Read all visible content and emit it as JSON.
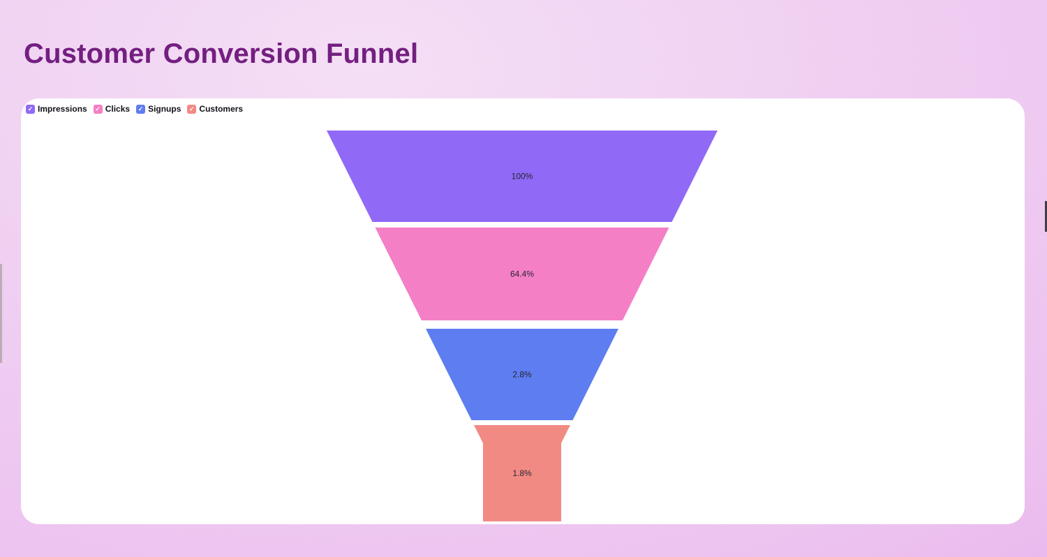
{
  "page": {
    "title": "Customer Conversion Funnel"
  },
  "theme": {
    "title_color": "#731f80",
    "card_background": "#ffffff",
    "background_light": "#f6e0f7",
    "background_edge": "#e5abec",
    "label_color": "#262335",
    "legend_text_color": "#111118"
  },
  "chart_data": {
    "type": "funnel",
    "title": "Customer Conversion Funnel",
    "legend_position": "top-left",
    "legend_style": "checkbox-toggles",
    "checkmark": "✓",
    "values_are": "percent of first stage",
    "stages": [
      {
        "label": "Impressions",
        "percent": 100,
        "percent_label": "100%",
        "color": "#9169f7",
        "checked": true
      },
      {
        "label": "Clicks",
        "percent": 64.4,
        "percent_label": "64.4%",
        "color": "#f57fc5",
        "checked": true
      },
      {
        "label": "Signups",
        "percent": 2.8,
        "percent_label": "2.8%",
        "color": "#5d7df0",
        "checked": true
      },
      {
        "label": "Customers",
        "percent": 1.8,
        "percent_label": "1.8%",
        "color": "#f28a84",
        "checked": true
      }
    ]
  }
}
